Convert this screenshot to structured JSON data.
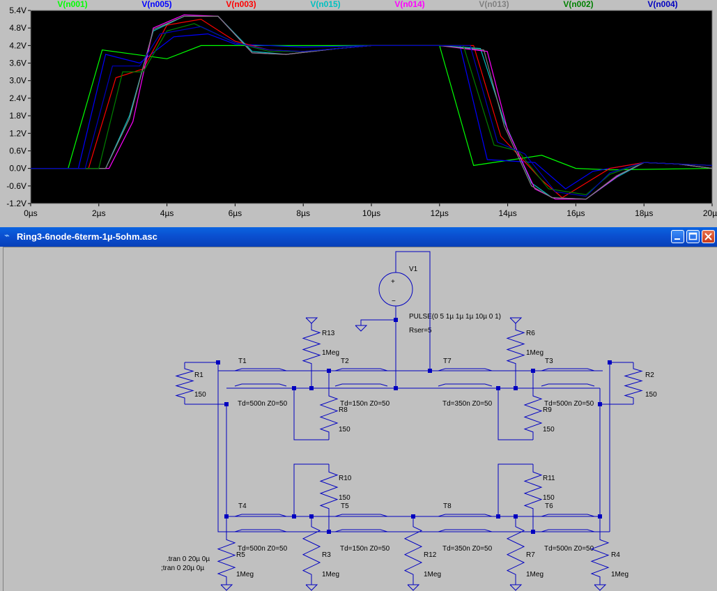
{
  "plot": {
    "traces": [
      {
        "label": "V(n001)",
        "color": "#00ff00"
      },
      {
        "label": "V(n005)",
        "color": "#0000ff"
      },
      {
        "label": "V(n003)",
        "color": "#ff0000"
      },
      {
        "label": "V(n015)",
        "color": "#00c0c0"
      },
      {
        "label": "V(n014)",
        "color": "#ff00ff"
      },
      {
        "label": "V(n013)",
        "color": "#808080"
      },
      {
        "label": "V(n002)",
        "color": "#008000"
      },
      {
        "label": "V(n004)",
        "color": "#0000c0"
      }
    ],
    "y_ticks": [
      "5.4V",
      "4.8V",
      "4.2V",
      "3.6V",
      "3.0V",
      "2.4V",
      "1.8V",
      "1.2V",
      "0.6V",
      "0.0V",
      "-0.6V",
      "-1.2V"
    ],
    "x_ticks": [
      "0µs",
      "2µs",
      "4µs",
      "6µs",
      "8µs",
      "10µs",
      "12µs",
      "14µs",
      "16µs",
      "18µs",
      "20µs"
    ],
    "chart_data": {
      "type": "line",
      "xlim": [
        0,
        20
      ],
      "ylim": [
        -1.2,
        5.4
      ],
      "series": [
        {
          "name": "V(n001)",
          "x": [
            0,
            1.1,
            2.1,
            4,
            5,
            10,
            12,
            13,
            15,
            16,
            17,
            20
          ],
          "y": [
            0,
            0,
            4.05,
            3.75,
            4.2,
            4.2,
            4.2,
            0.1,
            0.45,
            0,
            -0.05,
            0
          ]
        },
        {
          "name": "V(n005)",
          "x": [
            0,
            1.4,
            2.2,
            3.2,
            4.2,
            5.2,
            6,
            8,
            10,
            12,
            12.6,
            13.4,
            14.8,
            15.7,
            16.5,
            18,
            20
          ],
          "y": [
            0,
            0,
            3.9,
            3.6,
            4.5,
            4.6,
            4.25,
            4.15,
            4.2,
            4.2,
            4.2,
            0.3,
            0.2,
            -0.7,
            -0.1,
            0.2,
            0.1
          ]
        },
        {
          "name": "V(n003)",
          "x": [
            0,
            1.7,
            2.5,
            3.3,
            4,
            5,
            6,
            7,
            8,
            10,
            12,
            13,
            13.8,
            15,
            15.6,
            16.3,
            17,
            18,
            20
          ],
          "y": [
            0,
            0,
            3.1,
            3.4,
            4.9,
            5.1,
            4.35,
            4.05,
            4.0,
            4.2,
            4.2,
            4.2,
            1.1,
            -0.4,
            -1.0,
            -0.5,
            0.0,
            0.2,
            0.1
          ]
        },
        {
          "name": "V(n015)",
          "x": [
            0,
            2.2,
            2.9,
            3.6,
            4.5,
            5.5,
            6.5,
            7.5,
            9,
            10,
            12,
            13.2,
            13.9,
            14.7,
            15.3,
            16.3,
            17.2,
            18,
            19,
            20
          ],
          "y": [
            0,
            0,
            1.8,
            4.7,
            5.2,
            5.2,
            4.0,
            3.9,
            4.1,
            4.2,
            4.2,
            4.1,
            1.6,
            -0.5,
            -1.0,
            -1.05,
            -0.3,
            0.2,
            0.15,
            0.0
          ]
        },
        {
          "name": "V(n014)",
          "x": [
            0,
            2.3,
            3.0,
            3.6,
            4.5,
            5.5,
            6.5,
            7.5,
            9,
            10,
            12,
            13.4,
            14.0,
            14.8,
            15.4,
            16.3,
            17.3,
            18,
            19,
            20
          ],
          "y": [
            0,
            0,
            1.6,
            4.8,
            5.25,
            5.2,
            3.95,
            3.9,
            4.1,
            4.2,
            4.2,
            4.0,
            1.3,
            -0.7,
            -1.05,
            -1.05,
            -0.2,
            0.2,
            0.15,
            0.0
          ]
        },
        {
          "name": "V(n013)",
          "x": [
            0,
            2.2,
            2.9,
            3.6,
            4.5,
            5.5,
            6.5,
            7.5,
            9,
            10,
            12,
            13.3,
            13.9,
            14.7,
            15.3,
            16.3,
            17.2,
            18,
            19,
            20
          ],
          "y": [
            0,
            0,
            1.7,
            4.75,
            5.2,
            5.2,
            3.95,
            3.9,
            4.1,
            4.2,
            4.2,
            4.05,
            1.45,
            -0.6,
            -1.0,
            -1.05,
            -0.25,
            0.2,
            0.15,
            0.0
          ]
        },
        {
          "name": "V(n002)",
          "x": [
            0,
            2.0,
            2.7,
            3.3,
            4,
            4.8,
            6,
            7,
            8,
            10,
            12,
            12.7,
            13.6,
            14.3,
            15.2,
            16.3,
            17,
            18,
            20
          ],
          "y": [
            0,
            0,
            3.3,
            3.3,
            4.7,
            4.95,
            4.3,
            4.0,
            4.0,
            4.2,
            4.2,
            4.2,
            0.8,
            0.6,
            -0.7,
            -0.9,
            -0.2,
            0.2,
            0.1
          ]
        },
        {
          "name": "V(n004)",
          "x": [
            0,
            1.6,
            2.4,
            3.2,
            3.8,
            5,
            6,
            7,
            8,
            10,
            12,
            12.9,
            13.7,
            14.5,
            15.4,
            16.3,
            17,
            18,
            20
          ],
          "y": [
            0,
            0,
            3.5,
            3.5,
            4.6,
            4.85,
            4.3,
            4.05,
            4.0,
            4.2,
            4.2,
            4.2,
            0.9,
            0.5,
            -0.8,
            -0.95,
            -0.15,
            0.2,
            0.1
          ]
        }
      ]
    }
  },
  "window": {
    "title": "Ring3-6node-6term-1µ-5ohm.asc"
  },
  "schematic": {
    "source": {
      "name": "V1",
      "spec": "PULSE(0 5 1µ 1µ 1µ 10µ 0 1)",
      "rser": "Rser=5"
    },
    "tlines": [
      {
        "name": "T1",
        "spec": "Td=500n Z0=50"
      },
      {
        "name": "T2",
        "spec": "Td=150n Z0=50"
      },
      {
        "name": "T7",
        "spec": "Td=350n Z0=50"
      },
      {
        "name": "T3",
        "spec": "Td=500n Z0=50"
      },
      {
        "name": "T4",
        "spec": "Td=500n Z0=50"
      },
      {
        "name": "T5",
        "spec": "Td=150n Z0=50"
      },
      {
        "name": "T8",
        "spec": "Td=350n Z0=50"
      },
      {
        "name": "T6",
        "spec": "Td=500n Z0=50"
      }
    ],
    "resistors": [
      {
        "name": "R1",
        "value": "150"
      },
      {
        "name": "R2",
        "value": "150"
      },
      {
        "name": "R13",
        "value": "1Meg"
      },
      {
        "name": "R6",
        "value": "1Meg"
      },
      {
        "name": "R8",
        "value": "150"
      },
      {
        "name": "R9",
        "value": "150"
      },
      {
        "name": "R10",
        "value": "150"
      },
      {
        "name": "R11",
        "value": "150"
      },
      {
        "name": "R5",
        "value": "1Meg"
      },
      {
        "name": "R3",
        "value": "1Meg"
      },
      {
        "name": "R12",
        "value": "1Meg"
      },
      {
        "name": "R7",
        "value": "1Meg"
      },
      {
        "name": "R4",
        "value": "1Meg"
      }
    ],
    "directives": [
      ".tran 0 20µ 0µ",
      ";tran 0 20µ 0µ"
    ]
  }
}
